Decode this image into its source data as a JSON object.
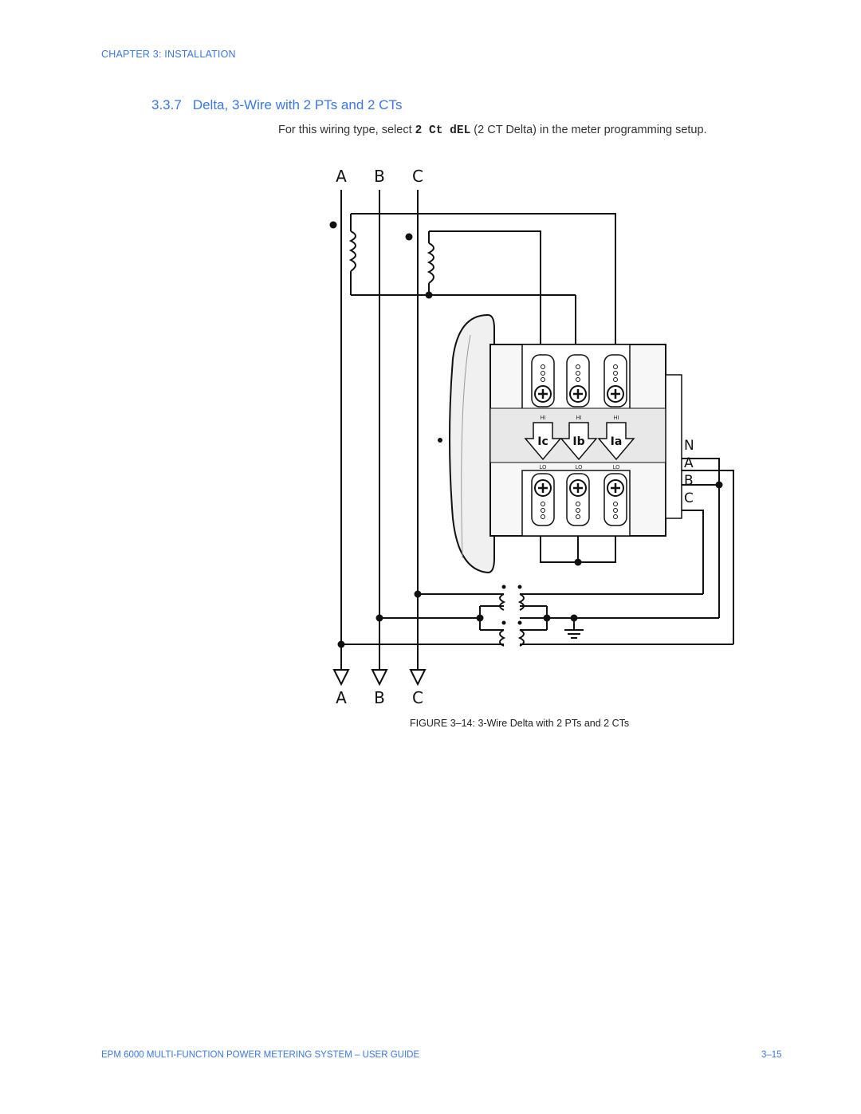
{
  "header": {
    "chapter": "CHAPTER 3: INSTALLATION"
  },
  "section": {
    "number": "3.3.7",
    "title": "Delta, 3-Wire with 2 PTs and 2 CTs"
  },
  "intro": {
    "before": "For this wiring type, select ",
    "code": "2 Ct dEL",
    "after": " (2 CT Delta) in the meter programming setup."
  },
  "diagram": {
    "top_phase_labels": [
      "A",
      "B",
      "C"
    ],
    "bottom_phase_labels": [
      "A",
      "B",
      "C"
    ],
    "current_input_labels": [
      "Ic",
      "Ib",
      "Ia"
    ],
    "hi_labels": [
      "HI",
      "HI",
      "HI"
    ],
    "lo_labels": [
      "LO",
      "LO",
      "LO"
    ],
    "voltage_terminal_labels": [
      "N",
      "A",
      "B",
      "C"
    ]
  },
  "caption": "FIGURE 3–14: 3-Wire Delta with 2 PTs and 2 CTs",
  "footer": {
    "title": "EPM 6000 MULTI-FUNCTION POWER METERING SYSTEM – USER GUIDE",
    "page": "3–15"
  },
  "colors": {
    "accent": "#3a78e6",
    "line": "#111111"
  }
}
